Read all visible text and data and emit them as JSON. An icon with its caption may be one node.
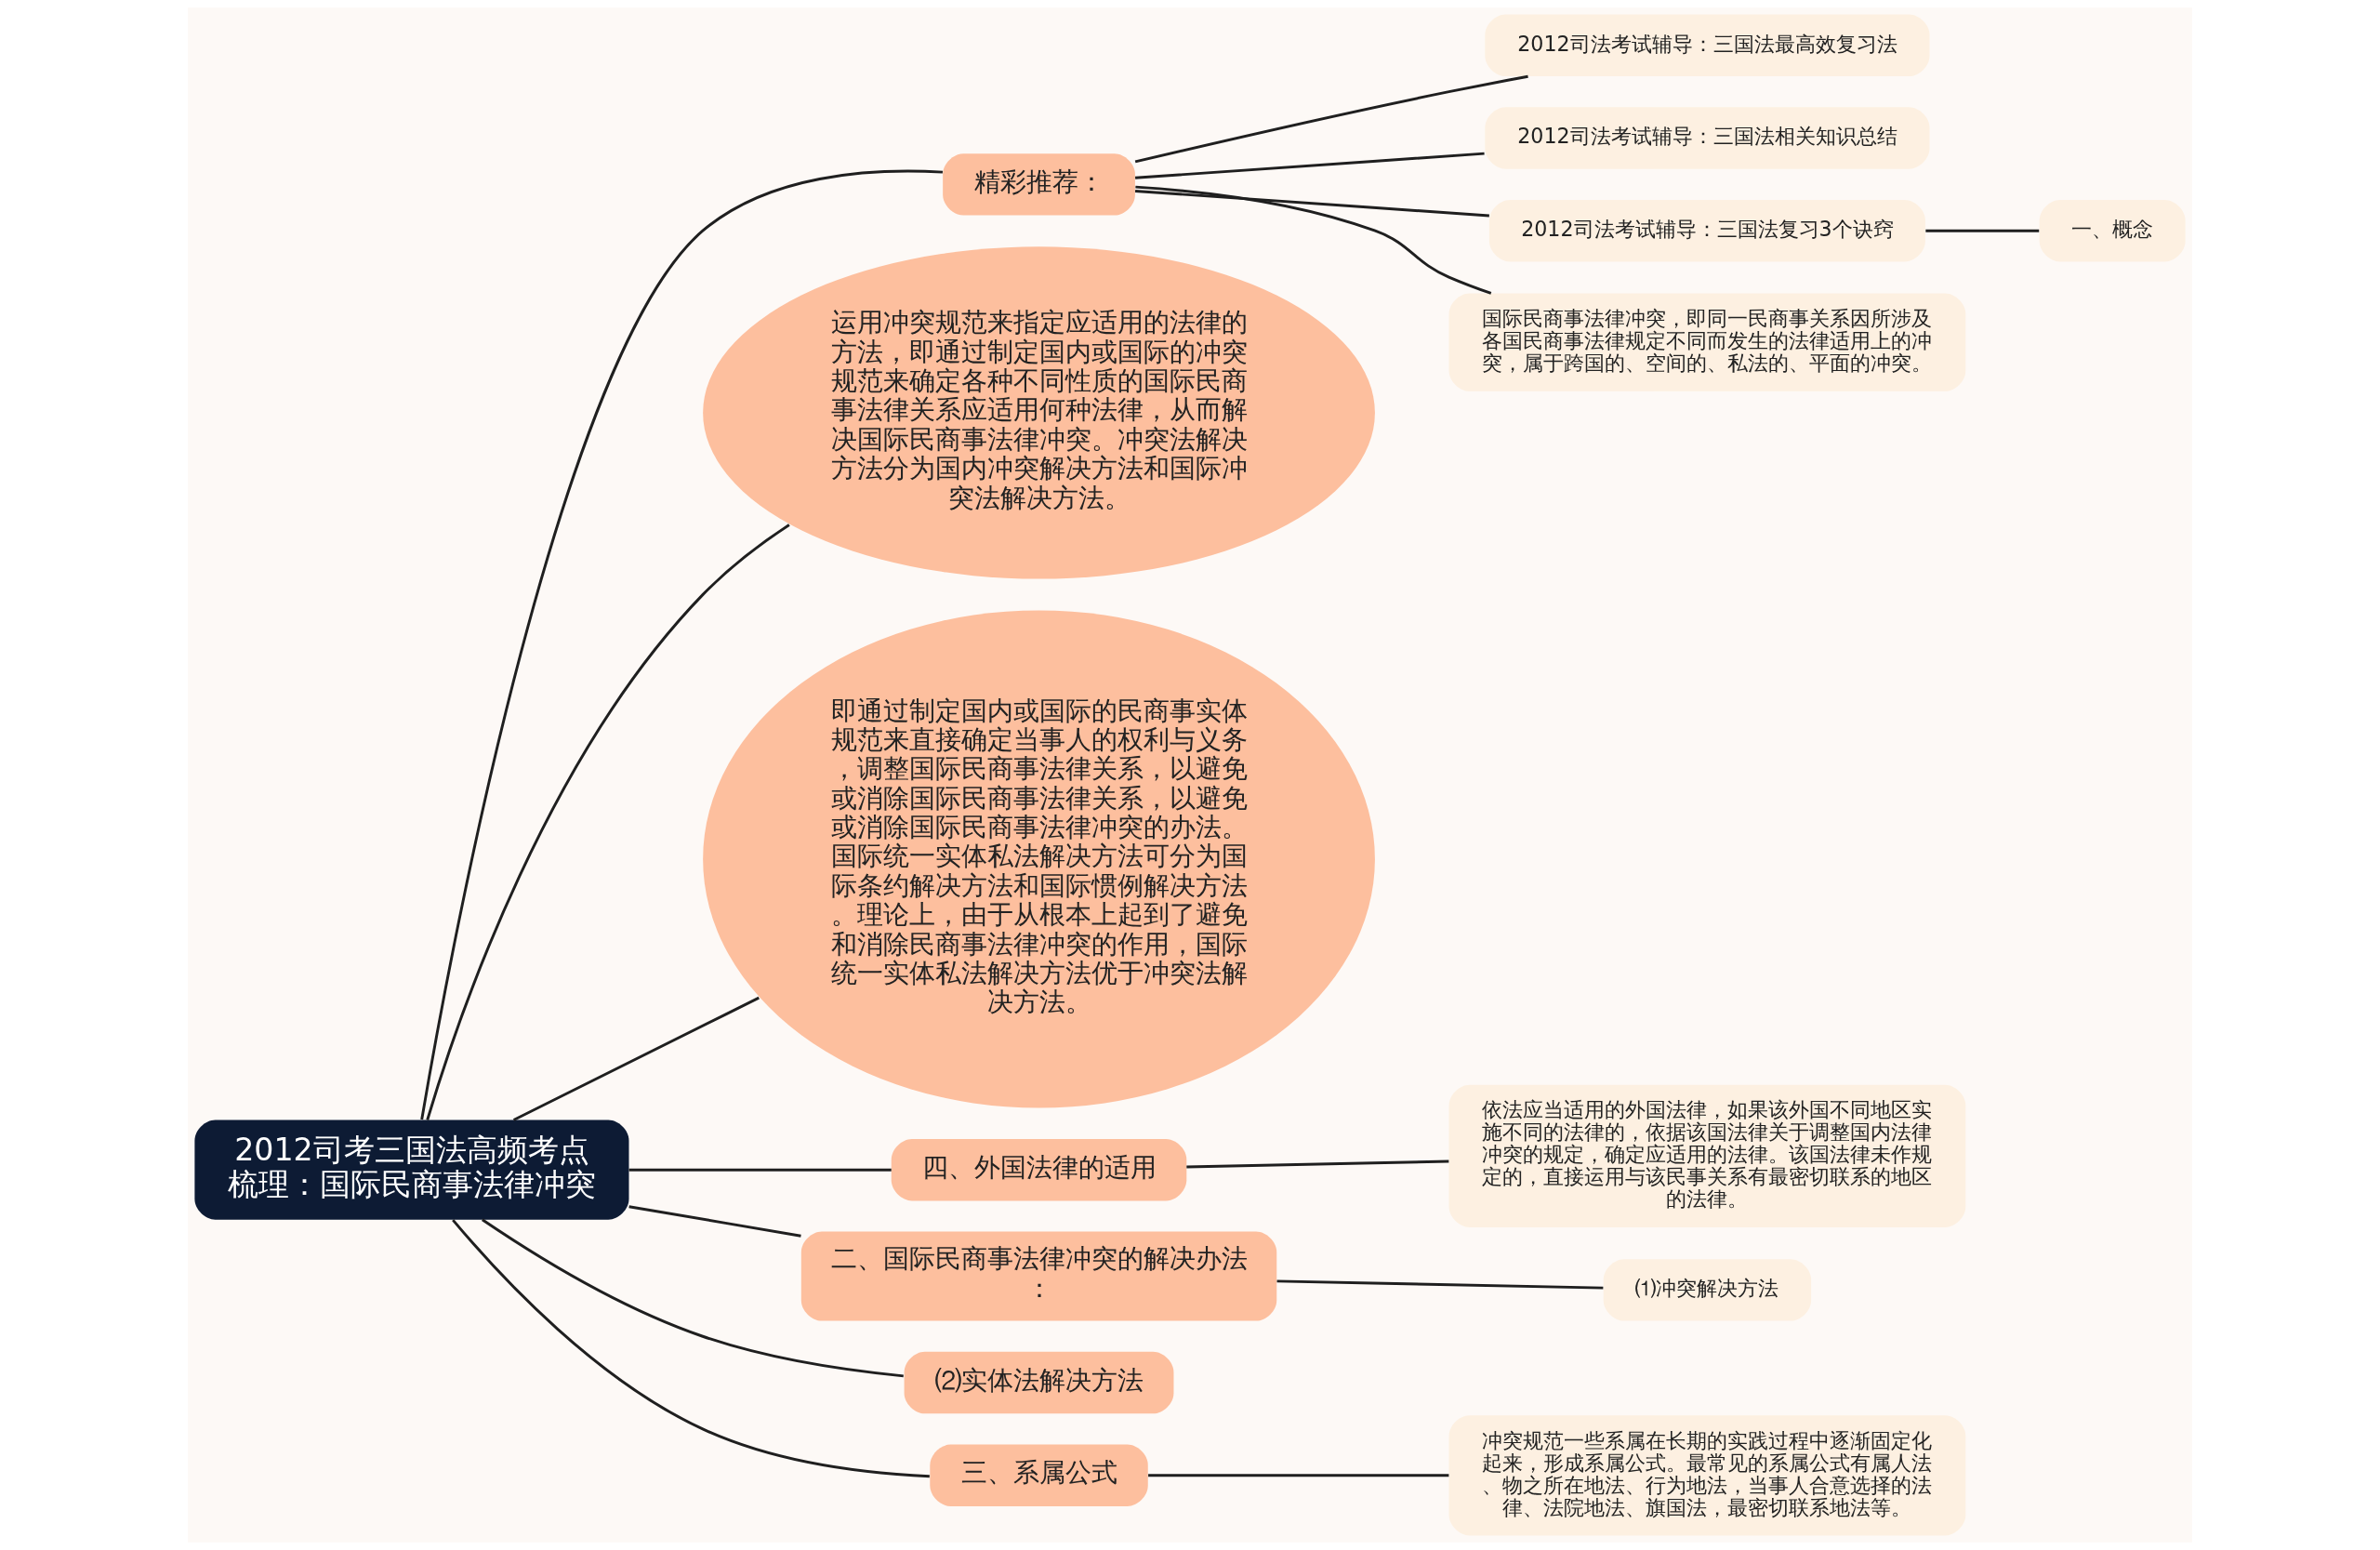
{
  "diagram": {
    "nodes": [
      {
        "text": [
          "2012司考三国法高频考点梳理：国际民商事法律冲突"
        ]
      },
      {
        "text": [
          "精彩推荐："
        ]
      },
      {
        "text": [
          "2012司法考试辅导：三国法最高效复习法"
        ]
      },
      {
        "text": [
          "2012司法考试辅导：三国法相关知识总结"
        ]
      },
      {
        "text": [
          "2012司法考试辅导：三国法复习3个诀窍"
        ]
      },
      {
        "text": [
          "一、概念"
        ]
      },
      {
        "text": [
          "国际民商事法律冲突，即同一民商事关系因所涉及各国民商事法律规定不同而发生的法律适用上的冲突，属于跨国的、空间的、私法的、平面的冲突。"
        ]
      },
      {
        "text": [
          "运用冲突规范来指定应适用的法律的方法，即通过制定国内或国际的冲突规范来确定各种不同性质的国际民商事法律关系应适用何种法律，从而解决国际民商事法律冲突。冲突法解决方法分为国内冲突解决方法和国际冲突法解决方法。"
        ]
      },
      {
        "text": [
          "即通过制定国内或国际的民商事实体规范来直接确定当事人的权利与义务，调整国际民商事法律关系，以避免或消除国际民商事法律关系，以避免或消除国际民商事法律冲突的办法。国际统一实体私法解决方法可分为国际条约解决方法和国际惯例解决方法。理论上，由于从根本上起到了避免和消除民商事法律冲突的作用，国际统一实体私法解决方法优于冲突法解决方法。"
        ]
      },
      {
        "text": [
          "四、外国法律的适用"
        ]
      },
      {
        "text": [
          "依法应当适用的外国法律，如果该外国不同地区实施不同的法律的，依据该国法律关于调整国内法律冲突的规定，确定应适用的法律。该国法律未作规定的，直接运用与该民事关系有最密切联系的地区的法律。"
        ]
      },
      {
        "text": [
          "二、国际民商事法律冲突的解决办法："
        ]
      },
      {
        "text": [
          "⑴冲突解决方法"
        ]
      },
      {
        "text": [
          "⑵实体法解决方法"
        ]
      },
      {
        "text": [
          "三、系属公式"
        ]
      },
      {
        "text": [
          "冲突规范一些系属在长期的实践过程中逐渐固定化起来，形成系属公式。最常见的系属公式有属人法、物之所在地法、行为地法，当事人合意选择的法律、法院地法、旗国法，最密切联系地法等。"
        ]
      }
    ],
    "edges": [
      {
        "from": 0,
        "to": 1,
        "arrow": "none"
      },
      {
        "from": 1,
        "to": 2,
        "arrow": "none"
      },
      {
        "from": 1,
        "to": 3,
        "arrow": "none"
      },
      {
        "from": 1,
        "to": 4,
        "arrow": "none"
      },
      {
        "from": 4,
        "to": 5,
        "arrow": "none"
      },
      {
        "from": 1,
        "to": 6,
        "arrow": "none"
      },
      {
        "from": 0,
        "to": 7,
        "arrow": "none"
      },
      {
        "from": 0,
        "to": 8,
        "arrow": "none"
      },
      {
        "from": 0,
        "to": 9,
        "arrow": "none"
      },
      {
        "from": 9,
        "to": 10,
        "arrow": "none"
      },
      {
        "from": 0,
        "to": 11,
        "arrow": "none"
      },
      {
        "from": 11,
        "to": 12,
        "arrow": "none"
      },
      {
        "from": 0,
        "to": 13,
        "arrow": "none"
      },
      {
        "from": 0,
        "to": 14,
        "arrow": "none"
      },
      {
        "from": 14,
        "to": 15,
        "arrow": "none"
      }
    ]
  }
}
